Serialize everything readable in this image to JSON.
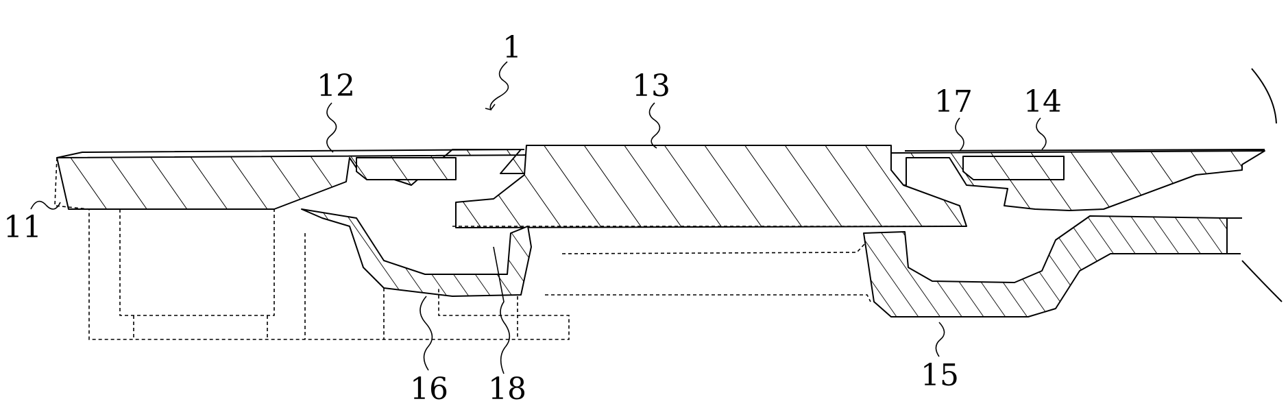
{
  "figure": {
    "labels": {
      "ref_1": "1",
      "ref_11": "11",
      "ref_12": "12",
      "ref_13": "13",
      "ref_14": "14",
      "ref_15": "15",
      "ref_16": "16",
      "ref_17": "17",
      "ref_18": "18"
    }
  }
}
